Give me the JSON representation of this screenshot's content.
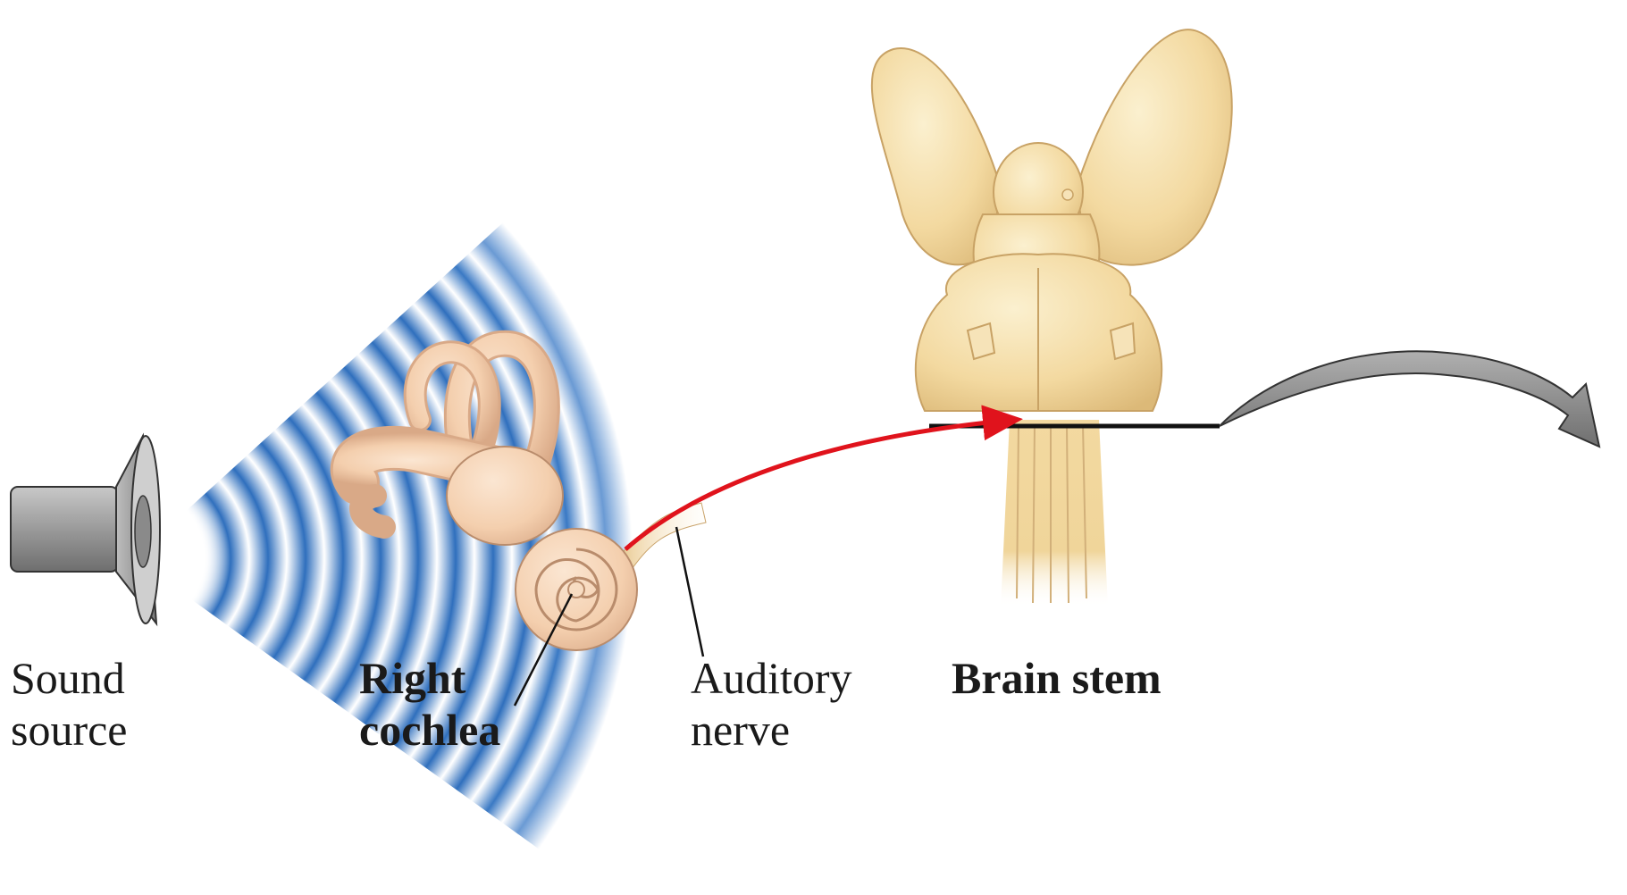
{
  "labels": {
    "sound_source": [
      "Sound",
      "source"
    ],
    "right_cochlea": [
      "Right",
      "cochlea"
    ],
    "auditory_nerve": [
      "Auditory",
      "nerve"
    ],
    "brain_stem": "Brain stem"
  },
  "colors": {
    "wave_blue": "#2f6fbd",
    "pathway_arrow": "#e0131c",
    "brain_tissue": "#f3d9a0",
    "cochlea_tissue": "#f4cfae",
    "speaker_gray": "#8c8c8c",
    "continuation_arrow": "#8a8a8a"
  },
  "icons": {
    "speaker": "speaker-icon",
    "cochlea": "inner-ear-illustration",
    "brainstem": "brainstem-illustration"
  }
}
